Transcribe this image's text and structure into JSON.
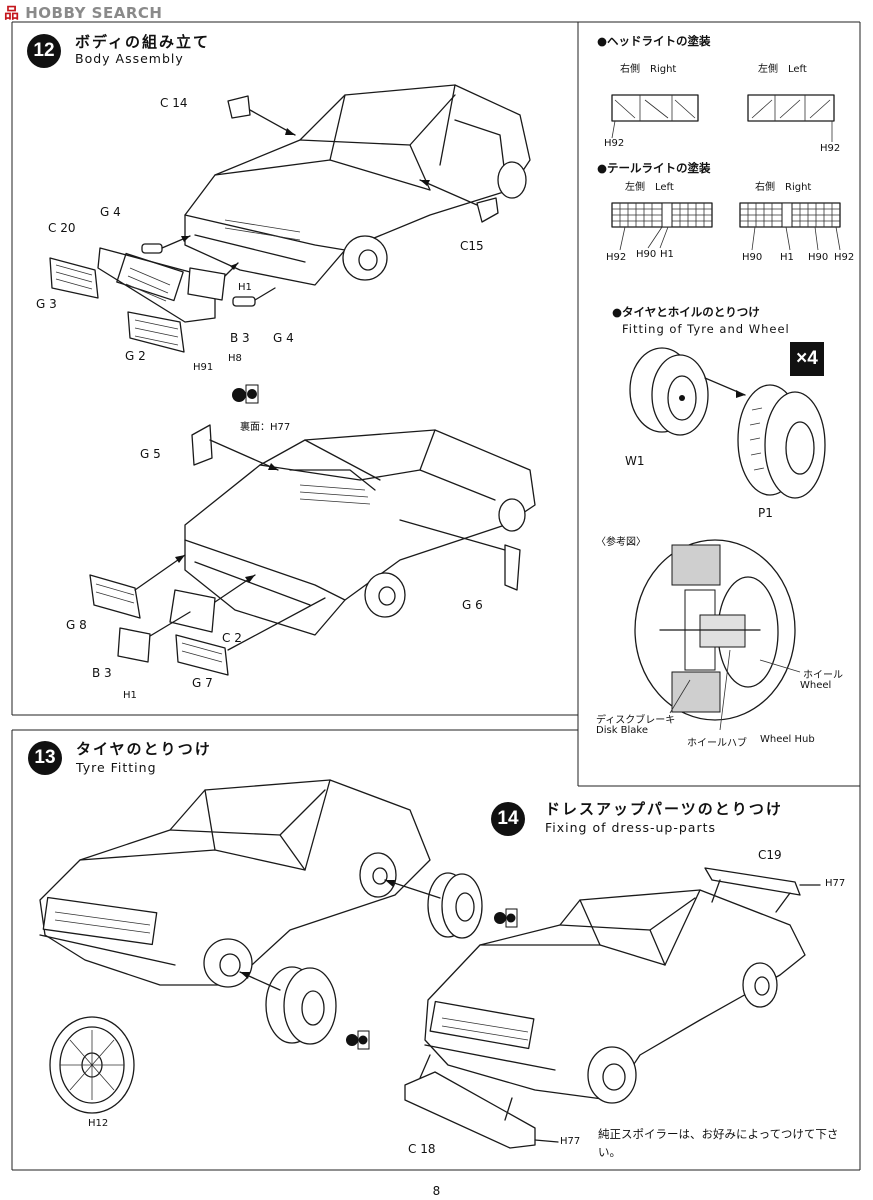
{
  "watermark": {
    "prefix": "品",
    "brand": "HOBBY SEARCH"
  },
  "step12": {
    "number": "12",
    "jp": "ボディの組み立て",
    "en": "Body Assembly"
  },
  "step13": {
    "number": "13",
    "jp": "タイヤのとりつけ",
    "en": "Tyre Fitting"
  },
  "step14": {
    "number": "14",
    "jp": "ドレスアップパーツのとりつけ",
    "en": "Fixing of dress-up-parts"
  },
  "headlight": {
    "title": "●ヘッドライトの塗装",
    "right_label": "右側　Right",
    "left_label": "左側　Left",
    "codes": [
      "H92",
      "H92"
    ]
  },
  "taillight": {
    "title": "●テールライトの塗装",
    "left_label": "左側　Left",
    "right_label": "右側　Right",
    "codes_left": [
      "H92",
      "H90",
      "H1"
    ],
    "codes_right": [
      "H90",
      "H1",
      "H90",
      "H92"
    ]
  },
  "wheel_fit": {
    "title": "●タイヤとホイルのとりつけ",
    "en": "Fitting of Tyre and Wheel",
    "multiplier": "×4",
    "w": "W1",
    "p": "P1"
  },
  "reference": {
    "title": "〈参考図〉",
    "wheel_jp": "ホイール",
    "wheel_en": "Wheel",
    "disk_jp": "ディスクブレーキ",
    "disk_en": "Disk Blake",
    "hub_jp": "ホイールハブ",
    "hub_en": "Wheel Hub"
  },
  "parts12": {
    "c14": "C 14",
    "c20": "C 20",
    "g4a": "G 4",
    "g3": "G 3",
    "g2": "G 2",
    "h1a": "H1",
    "b3a": "B 3",
    "g4b": "G 4",
    "h8": "H8",
    "h91": "H91",
    "c15": "C15",
    "ura": "裏面：H77",
    "g5": "G 5",
    "g8": "G 8",
    "c2": "C 2",
    "g6": "G 6",
    "b3b": "B 3",
    "g7": "G 7",
    "h1b": "H1"
  },
  "parts13": {
    "h12": "H12"
  },
  "parts14": {
    "c19": "C19",
    "h77a": "H77",
    "c18": "C 18",
    "h77b": "H77",
    "note": "純正スポイラーは、お好みによってつけて下さい。"
  },
  "page_number": "8"
}
